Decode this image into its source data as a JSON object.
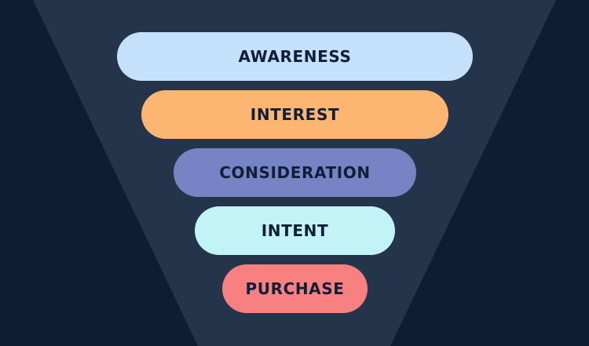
{
  "funnel": {
    "stages": [
      {
        "label": "AWARENESS",
        "color": "#c4e0fb"
      },
      {
        "label": "INTEREST",
        "color": "#fdb572"
      },
      {
        "label": "CONSIDERATION",
        "color": "#7684c6"
      },
      {
        "label": "INTENT",
        "color": "#c2f3f6"
      },
      {
        "label": "PURCHASE",
        "color": "#f98080"
      }
    ],
    "colors": {
      "background": "#0e1d33",
      "funnel_fill": "#24344b",
      "text": "#0f1f37"
    }
  }
}
